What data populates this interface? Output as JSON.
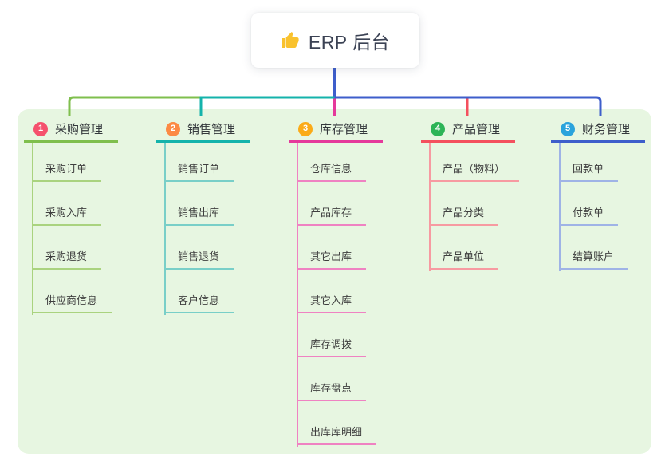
{
  "root": {
    "label": "ERP 后台",
    "icon": "thumbs-up-icon"
  },
  "colors": {
    "panel_bg": "#e7f6e1",
    "root_card_bg": "#ffffff",
    "root_text": "#3b4254",
    "title_text": "#34383c",
    "child_text": "#3f3f3f",
    "root_connector": "#3e5ecb",
    "thumb_icon": "#f9c22e"
  },
  "branches": [
    {
      "badge": "1",
      "label": "采购管理",
      "badge_color": "#f5516d",
      "line_color": "#7fbf4d",
      "child_line_color": "#aad37f",
      "children": [
        "采购订单",
        "采购入库",
        "采购退货",
        "供应商信息"
      ]
    },
    {
      "badge": "2",
      "label": "销售管理",
      "badge_color": "#fc8a44",
      "line_color": "#14b3ab",
      "child_line_color": "#79cfc8",
      "children": [
        "销售订单",
        "销售出库",
        "销售退货",
        "客户信息"
      ]
    },
    {
      "badge": "3",
      "label": "库存管理",
      "badge_color": "#fbab18",
      "line_color": "#e5399b",
      "child_line_color": "#ef82c2",
      "children": [
        "仓库信息",
        "产品库存",
        "其它出库",
        "其它入库",
        "库存调拨",
        "库存盘点",
        "出库库明细"
      ]
    },
    {
      "badge": "4",
      "label": "产品管理",
      "badge_color": "#2db457",
      "line_color": "#f4505e",
      "child_line_color": "#f79aa1",
      "children": [
        "产品（物料）",
        "产品分类",
        "产品单位"
      ]
    },
    {
      "badge": "5",
      "label": "财务管理",
      "badge_color": "#2aa3dc",
      "line_color": "#3e5ecb",
      "child_line_color": "#9fb3e6",
      "children": [
        "回款单",
        "付款单",
        "结算账户"
      ]
    }
  ]
}
